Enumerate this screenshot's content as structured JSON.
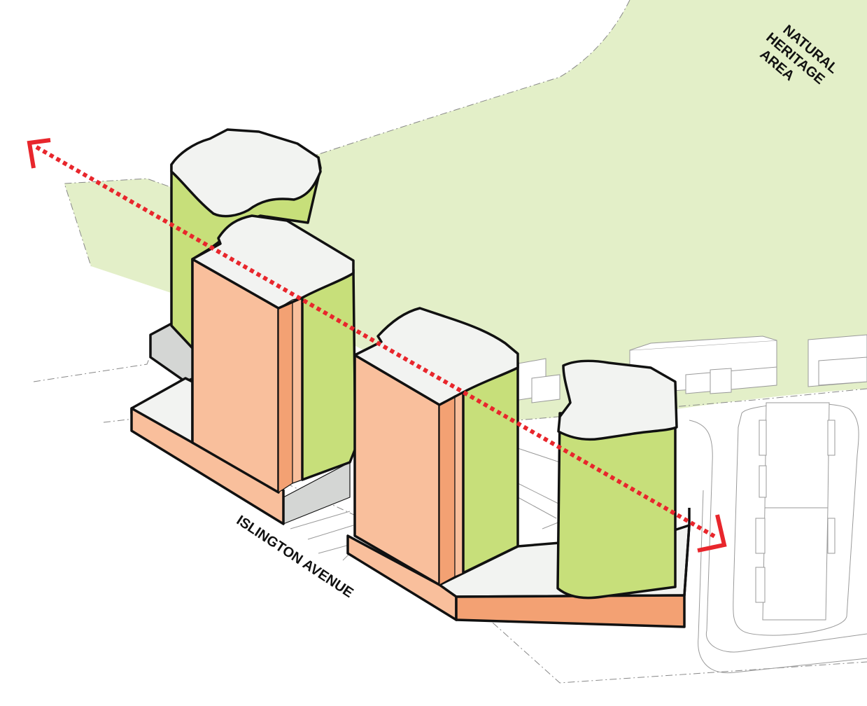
{
  "labels": {
    "heritage_line1": "NATURAL",
    "heritage_line2": "HERITAGE",
    "heritage_line3": "AREA",
    "street": "ISLINGTON AVENUE"
  },
  "colors": {
    "heritage_fill": "#e3efc8",
    "tower_green": "#c7df7a",
    "podium_salmon": "#f9bf9c",
    "podium_salmon_dark": "#f3a173",
    "roof": "#f2f3f1",
    "base_grey": "#d4d6d4",
    "sightline_red": "#e8262c"
  }
}
